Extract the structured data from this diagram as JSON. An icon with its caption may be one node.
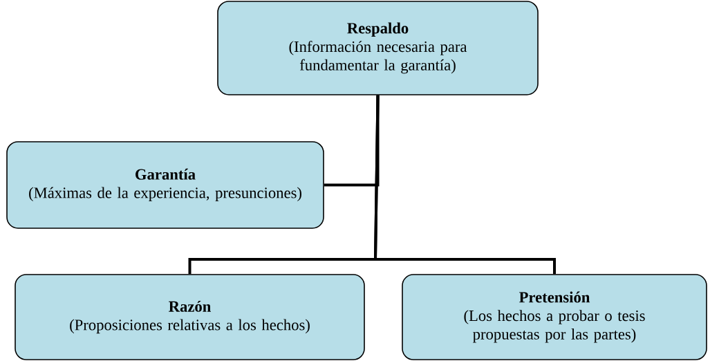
{
  "diagram": {
    "nodes": [
      {
        "text": [
          "Respaldo",
          "(Información necesaria para fundamentar la garantía)"
        ]
      },
      {
        "text": [
          "Garantía",
          "(Máximas de la experiencia, presunciones)"
        ]
      },
      {
        "text": [
          "Razón",
          "(Proposiciones relativas a los hechos)"
        ]
      },
      {
        "text": [
          "Pretensión",
          "(Los hechos a probar o tesis propuestas por las partes)"
        ]
      }
    ],
    "edges": [
      {
        "from": 0,
        "to": 1,
        "arrow": "none"
      },
      {
        "from": 0,
        "to": 2,
        "arrow": "none"
      },
      {
        "from": 0,
        "to": 3,
        "arrow": "none"
      }
    ]
  }
}
